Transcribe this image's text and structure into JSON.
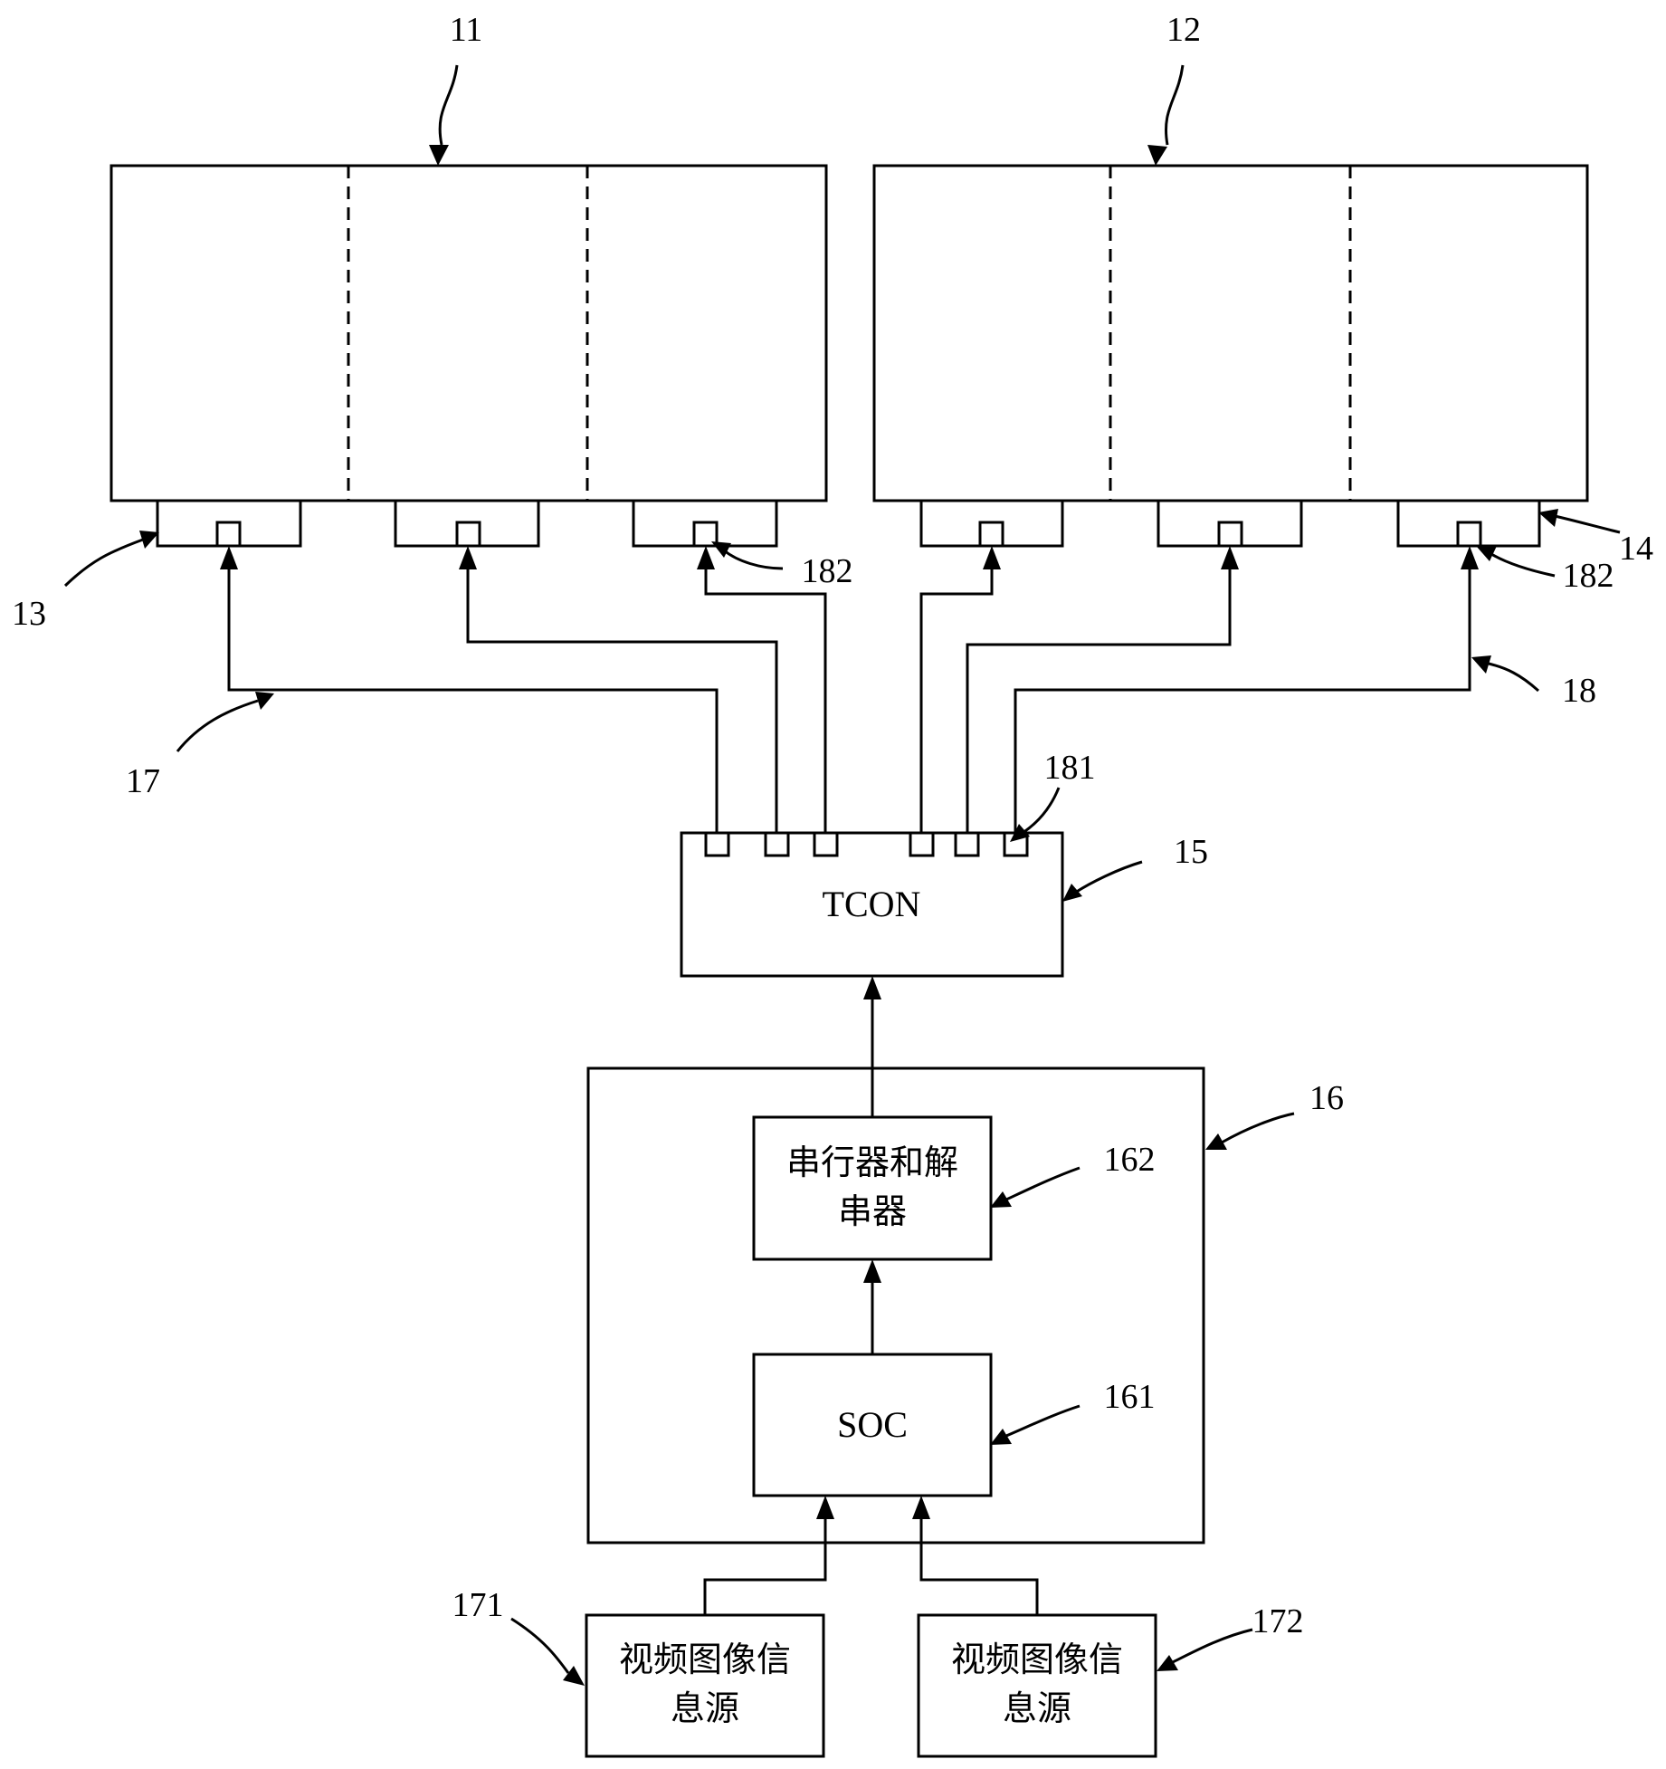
{
  "refs": {
    "panel_left": "11",
    "panel_right": "12",
    "driver_left": "13",
    "driver_right": "14",
    "tcon": "15",
    "board": "16",
    "soc": "161",
    "serdes": "162",
    "cable_left": "17",
    "cable_right": "18",
    "tcon_port": "181",
    "driver_port_left": "182",
    "driver_port_right": "182",
    "source_1": "171",
    "source_2": "172"
  },
  "blocks": {
    "tcon_label": "TCON",
    "soc_label": "SOC",
    "serdes_line1": "串行器和解",
    "serdes_line2": "串器",
    "source1_line1": "视频图像信",
    "source1_line2": "息源",
    "source2_line1": "视频图像信",
    "source2_line2": "息源"
  }
}
